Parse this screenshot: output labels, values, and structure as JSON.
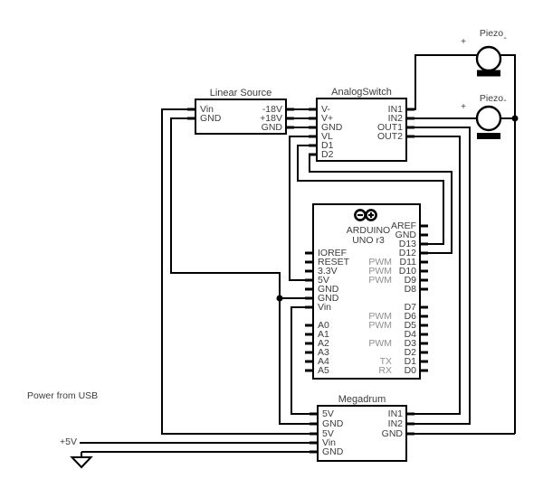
{
  "colors": {
    "background": "#ffffff",
    "wire": "#000000",
    "label": "#3c3c3c",
    "muted": "#8f8f8f"
  },
  "annotations": {
    "power_from_usb": "Power from USB",
    "plus_5v": "+5V"
  },
  "components": {
    "linear_source": {
      "title": "Linear Source",
      "left_pins": [
        {
          "label": "Vin"
        },
        {
          "label": "GND"
        }
      ],
      "right_pins": [
        {
          "label": "-18V"
        },
        {
          "label": "+18V"
        },
        {
          "label": "GND"
        }
      ]
    },
    "analog_switch": {
      "title": "AnalogSwitch",
      "left_pins": [
        {
          "label": "V-"
        },
        {
          "label": "V+"
        },
        {
          "label": "GND"
        },
        {
          "label": "VL"
        },
        {
          "label": "D1"
        },
        {
          "label": "D2"
        }
      ],
      "right_pins": [
        {
          "label": "IN1"
        },
        {
          "label": "IN2"
        },
        {
          "label": "OUT1"
        },
        {
          "label": "OUT2"
        }
      ]
    },
    "arduino": {
      "brand": "ARDUINO",
      "model": "UNO r3",
      "logo_minus": "-",
      "logo_plus": "+",
      "left_pins": [
        {
          "label": "IOREF"
        },
        {
          "label": "RESET"
        },
        {
          "label": "3.3V"
        },
        {
          "label": "5V"
        },
        {
          "label": "GND"
        },
        {
          "label": "GND"
        },
        {
          "label": "Vin"
        },
        {
          "label": "A0"
        },
        {
          "label": "A1"
        },
        {
          "label": "A2"
        },
        {
          "label": "A3"
        },
        {
          "label": "A4"
        },
        {
          "label": "A5"
        }
      ],
      "right_pins": [
        {
          "label": "AREF"
        },
        {
          "label": "GND"
        },
        {
          "label": "D13"
        },
        {
          "label": "D12"
        },
        {
          "prefix": "PWM",
          "label": "D11"
        },
        {
          "prefix": "PWM",
          "label": "D10"
        },
        {
          "prefix": "PWM",
          "label": "D9"
        },
        {
          "label": "D8"
        },
        {
          "label": "D7"
        },
        {
          "prefix": "PWM",
          "label": "D6"
        },
        {
          "prefix": "PWM",
          "label": "D5"
        },
        {
          "label": "D4"
        },
        {
          "prefix": "PWM",
          "label": "D3"
        },
        {
          "label": "D2"
        },
        {
          "prefix": "TX",
          "label": "D1"
        },
        {
          "prefix": "RX",
          "label": "D0"
        }
      ]
    },
    "megadrum": {
      "title": "Megadrum",
      "left_pins": [
        {
          "label": "5V"
        },
        {
          "label": "GND"
        },
        {
          "label": "5V"
        },
        {
          "label": "Vin"
        },
        {
          "label": "GND"
        }
      ],
      "right_pins": [
        {
          "label": "IN1"
        },
        {
          "label": "IN2"
        },
        {
          "label": "GND"
        }
      ]
    },
    "piezo_top": {
      "title": "Piezo",
      "plus": "+",
      "minus": "-"
    },
    "piezo_bottom": {
      "title": "Piezo",
      "plus": "+",
      "minus": "-"
    }
  },
  "connections": [
    {
      "from": "LinearSource.-18V",
      "to": "AnalogSwitch.V-"
    },
    {
      "from": "LinearSource.+18V",
      "to": "AnalogSwitch.V+"
    },
    {
      "from": "LinearSource.GND",
      "to": "AnalogSwitch.GND"
    },
    {
      "from": "AnalogSwitch.VL",
      "to": "Arduino.5V"
    },
    {
      "from": "AnalogSwitch.D1",
      "to": "Arduino.D13"
    },
    {
      "from": "AnalogSwitch.D2",
      "to": "Arduino.D12"
    },
    {
      "from": "AnalogSwitch.IN1",
      "to": "Piezo(top).+"
    },
    {
      "from": "AnalogSwitch.IN2",
      "to": "Piezo(bottom).+"
    },
    {
      "from": "AnalogSwitch.OUT1",
      "to": "Megadrum.IN2"
    },
    {
      "from": "AnalogSwitch.OUT2",
      "to": "Megadrum.IN1"
    },
    {
      "from": "Piezo(top).-",
      "to": "Piezo(bottom).- and Megadrum.GND(right)"
    },
    {
      "from": "LinearSource.Vin",
      "to": "Megadrum.5V(3rd left pin)"
    },
    {
      "from": "LinearSource.GND",
      "to": "Arduino.GND(6th left pin) and Megadrum.GND(2nd left pin)"
    },
    {
      "from": "Arduino.Vin",
      "to": "Megadrum.5V(1st left pin)"
    },
    {
      "from": "+5V",
      "to": "Megadrum.Vin"
    },
    {
      "from": "GND-symbol",
      "to": "Megadrum.GND(5th left pin)"
    }
  ]
}
